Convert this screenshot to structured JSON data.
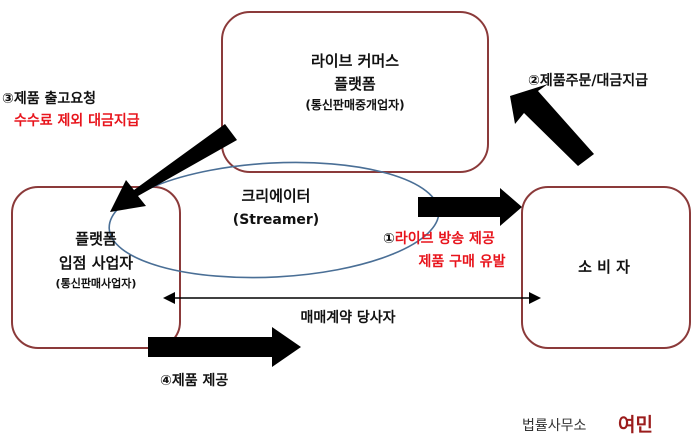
{
  "nodes": {
    "platform": {
      "line1": "라이브 커머스",
      "line2": "플랫폼",
      "line3": "(통신판매중개업자)"
    },
    "seller": {
      "line1": "플랫폼",
      "line2": "입점 사업자",
      "line3": "(통신판매사업자)"
    },
    "consumer": {
      "label": "소 비 자"
    },
    "creator": {
      "line1": "크리에이터",
      "line2": "(Streamer)"
    }
  },
  "flows": {
    "step1": {
      "line1_num": "①",
      "line1": "라이브 방송 제공",
      "line2": "제품 구매 유발"
    },
    "step2": {
      "label": "②제품주문/대금지급"
    },
    "step3": {
      "line1": "③제품 출고요청",
      "line2": "수수료 제외 대금지급"
    },
    "step4": {
      "label": "④제품 제공"
    },
    "contract": {
      "label": "매매계약 당사자"
    }
  },
  "watermark": {
    "prefix": "법률사무소",
    "name": "여민"
  },
  "colors": {
    "box": "#8b3a3a",
    "ellipse": "#4a6f96",
    "highlight": "#e8141c",
    "arrow": "#000000"
  }
}
